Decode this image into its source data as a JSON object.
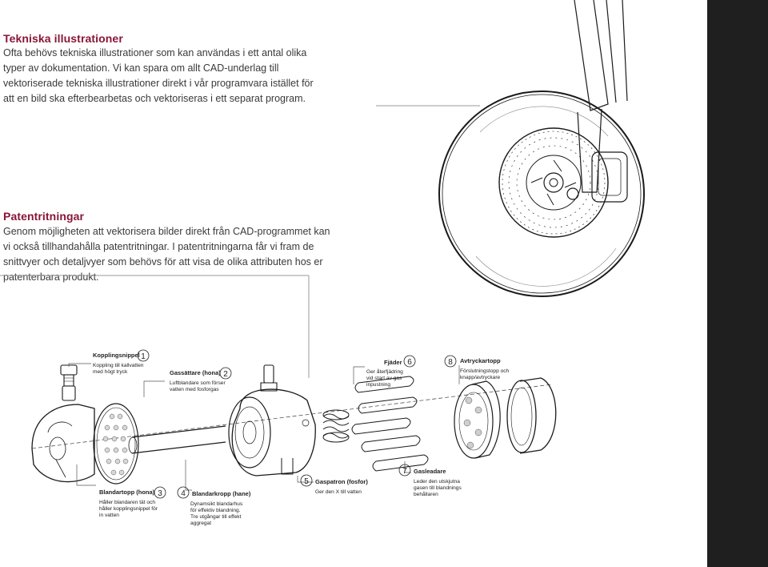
{
  "sections": [
    {
      "title": "Tekniska illustrationer",
      "body": "Ofta behövs tekniska illustrationer som kan användas i ett antal olika typer av dokumentation. Vi kan spara om allt CAD-underlag till vektoriserade tekniska illustrationer direkt i vår programvara istället för att en bild ska efterbearbetas och vektoriseras i ett separat program."
    },
    {
      "title": "Patentritningar",
      "body": "Genom möjligheten att vektorisera bilder direkt från CAD-programmet kan vi också tillhandahålla patentritningar. I patentritningarna får vi fram de snittvyer och detaljvyer som behövs för att visa de olika attributen hos er patenterbara produkt."
    }
  ],
  "callouts": [
    {
      "num": "1",
      "title": "Kopplingsnippel",
      "desc": [
        "Koppling till kallvatten",
        "med högt tryck"
      ]
    },
    {
      "num": "2",
      "title": "Gassättare (hona)",
      "desc": [
        "Luftblandare som förser",
        "vatten med fosforgas"
      ]
    },
    {
      "num": "3",
      "title": "Blandartopp (hona)",
      "desc": [
        "Håller blandaren tät och",
        "håller kopplingsnippel för",
        "in vatten"
      ]
    },
    {
      "num": "4",
      "title": "Blandarkropp (hane)",
      "desc": [
        "Dynamsikt blandarhus",
        "för effektiv blandning.",
        "Tre utgångar till effekt",
        "aggregat"
      ]
    },
    {
      "num": "5",
      "title": "Gaspatron (fosfor)",
      "desc": [
        "Ger den X till vatten"
      ]
    },
    {
      "num": "6",
      "title": "Fjäder",
      "desc": [
        "Ger återfjädring",
        "vid start av gas",
        "inpustning"
      ]
    },
    {
      "num": "7",
      "title": "Gasleadare",
      "desc": [
        "Leder den utskjutna",
        "gasen till blandnings",
        "behållaren"
      ]
    },
    {
      "num": "8",
      "title": "Avtryckartopp",
      "desc": [
        "Förslutningstopp och",
        "knapp/avtryckare"
      ]
    }
  ],
  "colors": {
    "heading": "#8a1538",
    "body": "#3a3a3a",
    "line": "#9a9a9a",
    "side_bar": "#1f1f1f"
  }
}
